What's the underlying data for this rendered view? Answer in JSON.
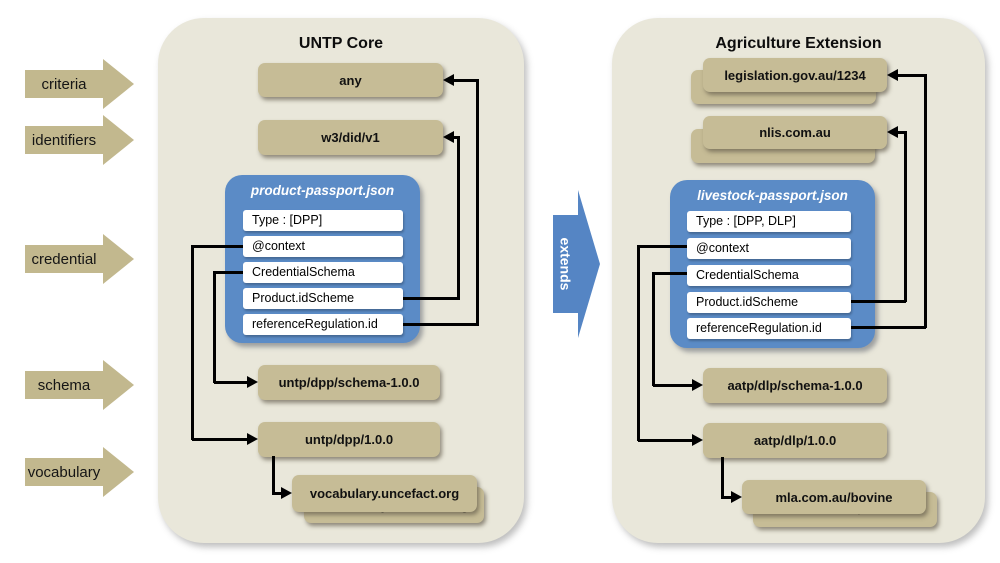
{
  "flow_labels": {
    "items": [
      {
        "label": "criteria"
      },
      {
        "label": "identifiers"
      },
      {
        "label": "credential"
      },
      {
        "label": "schema"
      },
      {
        "label": "vocabulary"
      }
    ]
  },
  "extends_arrow": {
    "label": "extends"
  },
  "untp_core": {
    "title": "UNTP Core",
    "criteria_box": "any",
    "identifiers_box": "w3/did/v1",
    "passport": {
      "title": "product-passport.json",
      "rows": [
        "Type : [DPP]",
        "@context",
        "CredentialSchema",
        "Product.idScheme",
        "referenceRegulation.id"
      ]
    },
    "schema_box": "untp/dpp/schema-1.0.0",
    "context_box": "untp/dpp/1.0.0",
    "vocabulary_box": "vocabulary.uncefact.org"
  },
  "agriculture_extension": {
    "title": "Agriculture Extension",
    "criteria_box": "legislation.gov.au/1234",
    "identifiers_box": "nlis.com.au",
    "passport": {
      "title": "livestock-passport.json",
      "rows": [
        "Type : [DPP, DLP]",
        "@context",
        "CredentialSchema",
        "Product.idScheme",
        "referenceRegulation.id"
      ]
    },
    "schema_box": "aatp/dlp/schema-1.0.0",
    "context_box": "aatp/dlp/1.0.0",
    "vocabulary_box": "mla.com.au/bovine"
  },
  "colors": {
    "panel": "#e9e7da",
    "box_tan": "#c6bc96",
    "arrow_tan": "#c2b88e",
    "passport_blue": "#5b8bc6",
    "extends_blue": "#5585c4",
    "line": "#000000"
  }
}
